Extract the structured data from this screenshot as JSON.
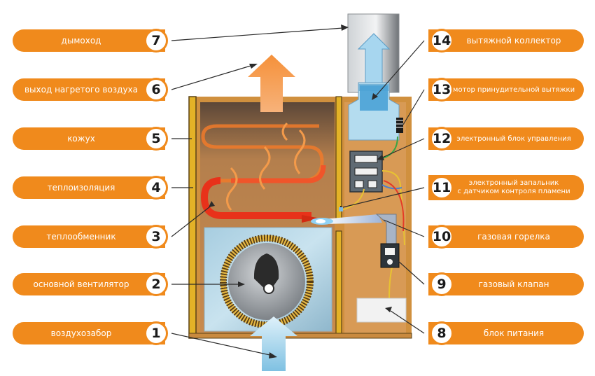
{
  "labels_left": [
    {
      "number": "7",
      "text": "дымоход"
    },
    {
      "number": "6",
      "text": "выход нагретого воздуха"
    },
    {
      "number": "5",
      "text": "кожух"
    },
    {
      "number": "4",
      "text": "теплоизоляция"
    },
    {
      "number": "3",
      "text": "теплообменник"
    },
    {
      "number": "2",
      "text": "основной вентилятор"
    },
    {
      "number": "1",
      "text": "воздухозабор"
    }
  ],
  "labels_right": [
    {
      "number": "14",
      "text": "вытяжной коллектор"
    },
    {
      "number": "13",
      "text": "мотор принудительной вытяжки"
    },
    {
      "number": "12",
      "text": "электронный блок управления"
    },
    {
      "number": "11",
      "text_line1": "электронный запальник",
      "text_line2": "с датчиком контроля пламени"
    },
    {
      "number": "10",
      "text": "газовая горелка"
    },
    {
      "number": "9",
      "text": "газовый клапан"
    },
    {
      "number": "8",
      "text": "блок питания"
    }
  ],
  "colors": {
    "accent": "#f08a1c",
    "casing": "#e1ad22",
    "insulation": "#c27833",
    "heat": "#e8321a",
    "air_flow": "#9fd3ee"
  }
}
